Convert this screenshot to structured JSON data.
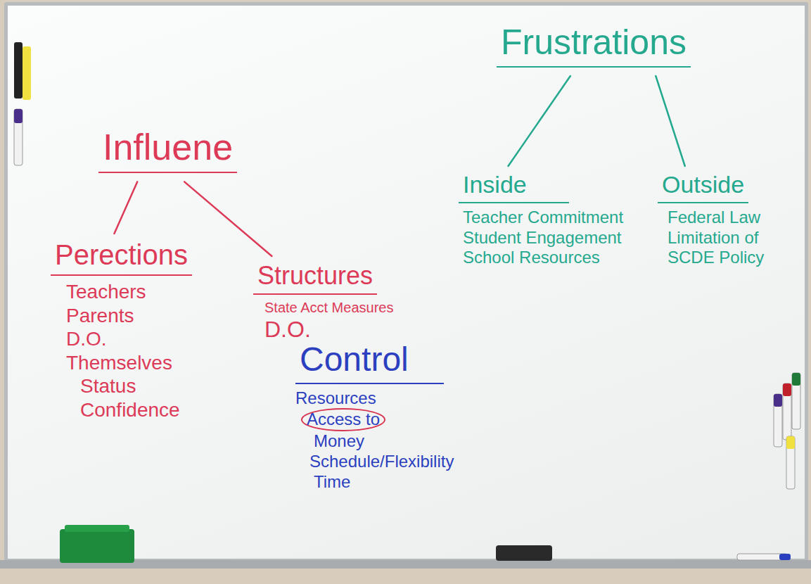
{
  "diagram": {
    "nodes": [
      {
        "text": [
          "Influene"
        ]
      },
      {
        "text": [
          "Perections",
          "Teachers",
          "Parents",
          "D.O.",
          "Themselves",
          "Status",
          "Confidence"
        ]
      },
      {
        "text": [
          "Structures",
          "State Acct Measures",
          "D.O."
        ]
      },
      {
        "text": [
          "Control",
          "Resources",
          "Access to",
          "Money",
          "Schedule/Flexibility",
          "Time"
        ]
      },
      {
        "text": [
          "Frustrations"
        ]
      },
      {
        "text": [
          "Inside",
          "Teacher Commitment",
          "Student Engagement",
          "School Resources"
        ]
      },
      {
        "text": [
          "Outside",
          "Federal Law",
          "Limitation of SCDE Policy"
        ]
      }
    ],
    "edges": [
      {
        "from": 0,
        "to": 1,
        "arrow": "none"
      },
      {
        "from": 0,
        "to": 2,
        "arrow": "none"
      },
      {
        "from": 4,
        "to": 5,
        "arrow": "none"
      },
      {
        "from": 4,
        "to": 6,
        "arrow": "none"
      }
    ]
  }
}
